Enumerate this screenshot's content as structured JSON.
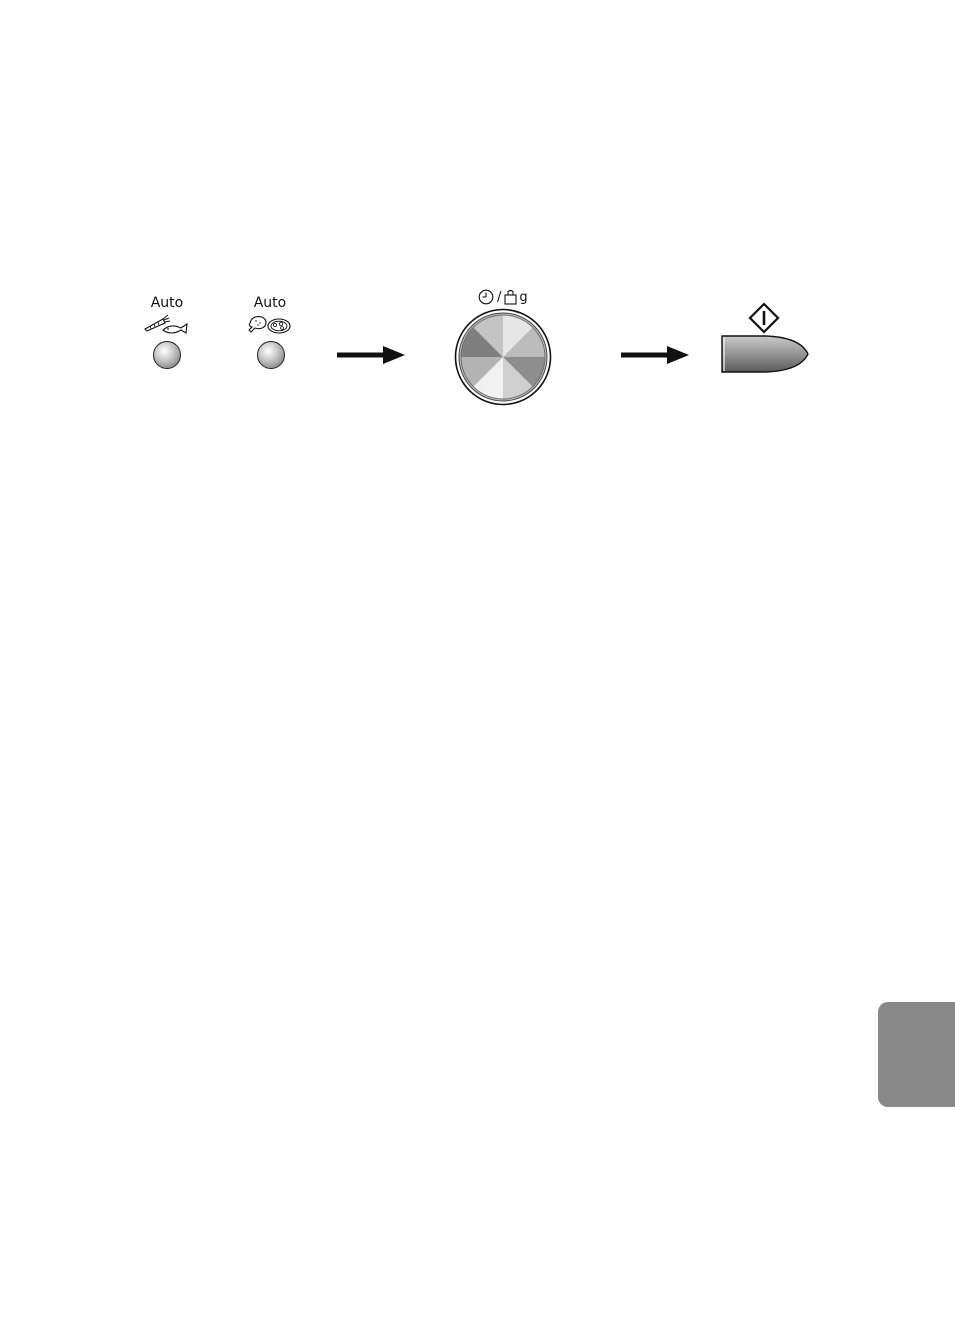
{
  "controls": {
    "auto_button_1": {
      "label": "Auto",
      "icons": [
        "carrot-icon",
        "fish-icon"
      ]
    },
    "auto_button_2": {
      "label": "Auto",
      "icons": [
        "chicken-leg-icon",
        "pizza-icon"
      ]
    },
    "dial": {
      "icons": [
        "clock-icon",
        "weight-icon"
      ],
      "separator": "/",
      "unit": "g"
    },
    "start_button": {
      "icon": "start-diamond-icon"
    },
    "flow_arrows": [
      "arrow-right-icon",
      "arrow-right-icon"
    ]
  },
  "side_tab": {
    "color": "#888888"
  }
}
